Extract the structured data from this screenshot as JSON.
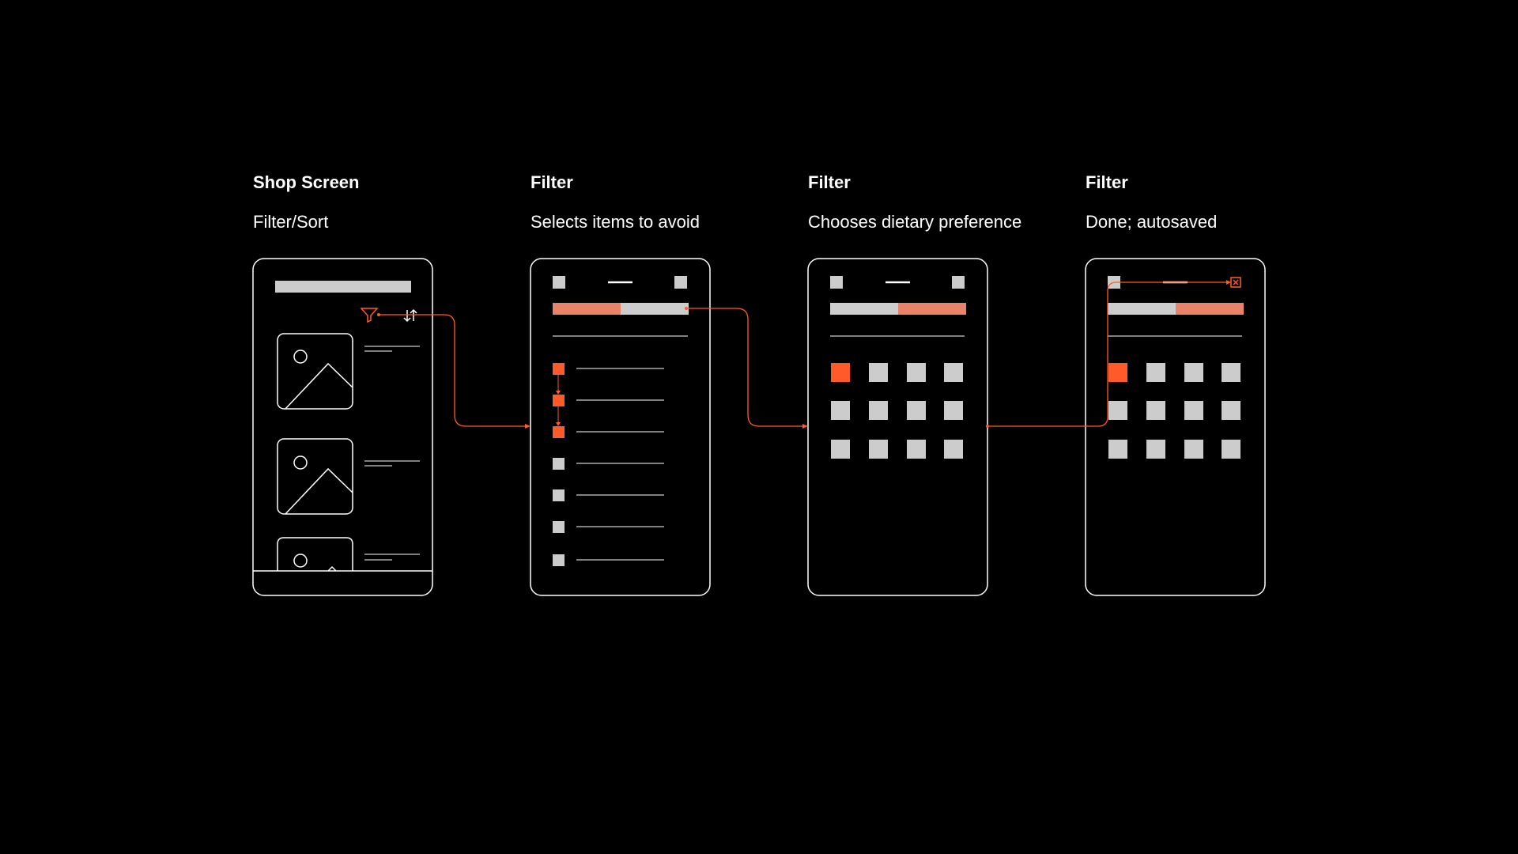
{
  "colors": {
    "background": "#000000",
    "accent": "#FF5A2A",
    "accent_light": "#E8836A",
    "wire_gray": "#CCCCCC",
    "outline": "#FFFFFF"
  },
  "screens": [
    {
      "title": "Shop Screen",
      "subtitle": "Filter/Sort"
    },
    {
      "title": "Filter",
      "subtitle": "Selects items to avoid"
    },
    {
      "title": "Filter",
      "subtitle": "Chooses dietary preference"
    },
    {
      "title": "Filter",
      "subtitle": "Done; autosaved"
    }
  ],
  "icons": {
    "filter": "filter-icon",
    "sort": "sort-icon",
    "image": "image-placeholder-icon",
    "close": "close-icon"
  }
}
